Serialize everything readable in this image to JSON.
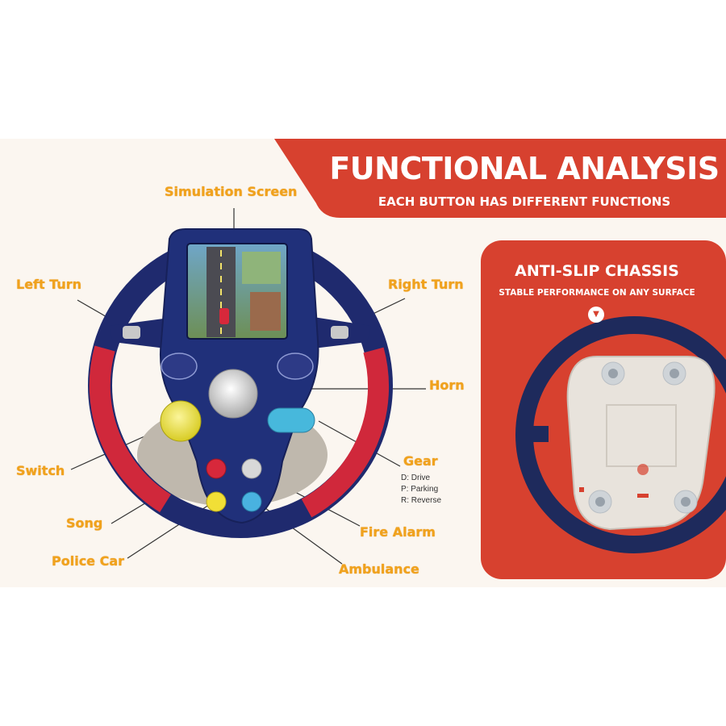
{
  "banner": {
    "title": "FUNCTIONAL ANALYSIS",
    "subtitle": "EACH BUTTON HAS DIFFERENT FUNCTIONS"
  },
  "chassis_panel": {
    "title": "ANTI-SLIP CHASSIS",
    "subtitle": "STABLE PERFORMANCE ON ANY SURFACE",
    "chevron_icon": "chevron-down-icon"
  },
  "labels": {
    "simulation_screen": "Simulation Screen",
    "left_turn": "Left Turn",
    "right_turn": "Right Turn",
    "horn": "Horn",
    "switch": "Switch",
    "gear": "Gear",
    "song": "Song",
    "fire_alarm": "Fire Alarm",
    "police_car": "Police Car",
    "ambulance": "Ambulance"
  },
  "gear_options": [
    "D: Drive",
    "P: Parking",
    "R: Reverse"
  ],
  "colors": {
    "accent_red": "#d7412f",
    "label_orange": "#f0a21d",
    "wheel_navy": "#1f2a6e",
    "grip_red": "#d0283b",
    "background_cream": "#fbf6f0"
  }
}
